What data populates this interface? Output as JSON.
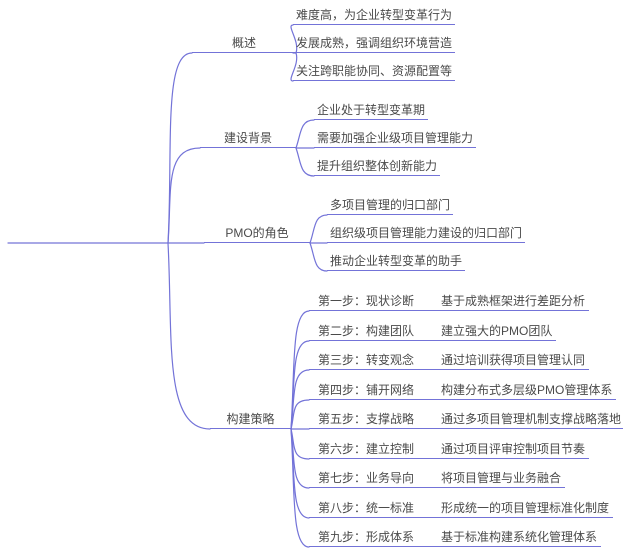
{
  "colors": {
    "line": "#7373d8",
    "text": "#4a4a4a",
    "background": "#ffffff"
  },
  "mindmap": {
    "branches": [
      {
        "label": "概述",
        "children": [
          {
            "text": "难度高，为企业转型变革行为"
          },
          {
            "text": "发展成熟，强调组织环境营造"
          },
          {
            "text": "关注跨职能协同、资源配置等"
          }
        ]
      },
      {
        "label": "建设背景",
        "children": [
          {
            "text": "企业处于转型变革期"
          },
          {
            "text": "需要加强企业级项目管理能力"
          },
          {
            "text": "提升组织整体创新能力"
          }
        ]
      },
      {
        "label": "PMO的角色",
        "children": [
          {
            "text": "多项目管理的归口部门"
          },
          {
            "text": "组织级项目管理能力建设的归口部门"
          },
          {
            "text": "推动企业转型变革的助手"
          }
        ]
      },
      {
        "label": "构建策略",
        "children": [
          {
            "step": "第一步：现状诊断",
            "detail": "基于成熟框架进行差距分析"
          },
          {
            "step": "第二步：构建团队",
            "detail": "建立强大的PMO团队"
          },
          {
            "step": "第三步：转变观念",
            "detail": "通过培训获得项目管理认同"
          },
          {
            "step": "第四步：铺开网络",
            "detail": "构建分布式多层级PMO管理体系"
          },
          {
            "step": "第五步：支撑战略",
            "detail": "通过多项目管理机制支撑战略落地"
          },
          {
            "step": "第六步：建立控制",
            "detail": "通过项目评审控制项目节奏"
          },
          {
            "step": "第七步：业务导向",
            "detail": "将项目管理与业务融合"
          },
          {
            "step": "第八步：统一标准",
            "detail": "形成统一的项目管理标准化制度"
          },
          {
            "step": "第九步：形成体系",
            "detail": "基于标准构建系统化管理体系"
          }
        ]
      }
    ]
  }
}
